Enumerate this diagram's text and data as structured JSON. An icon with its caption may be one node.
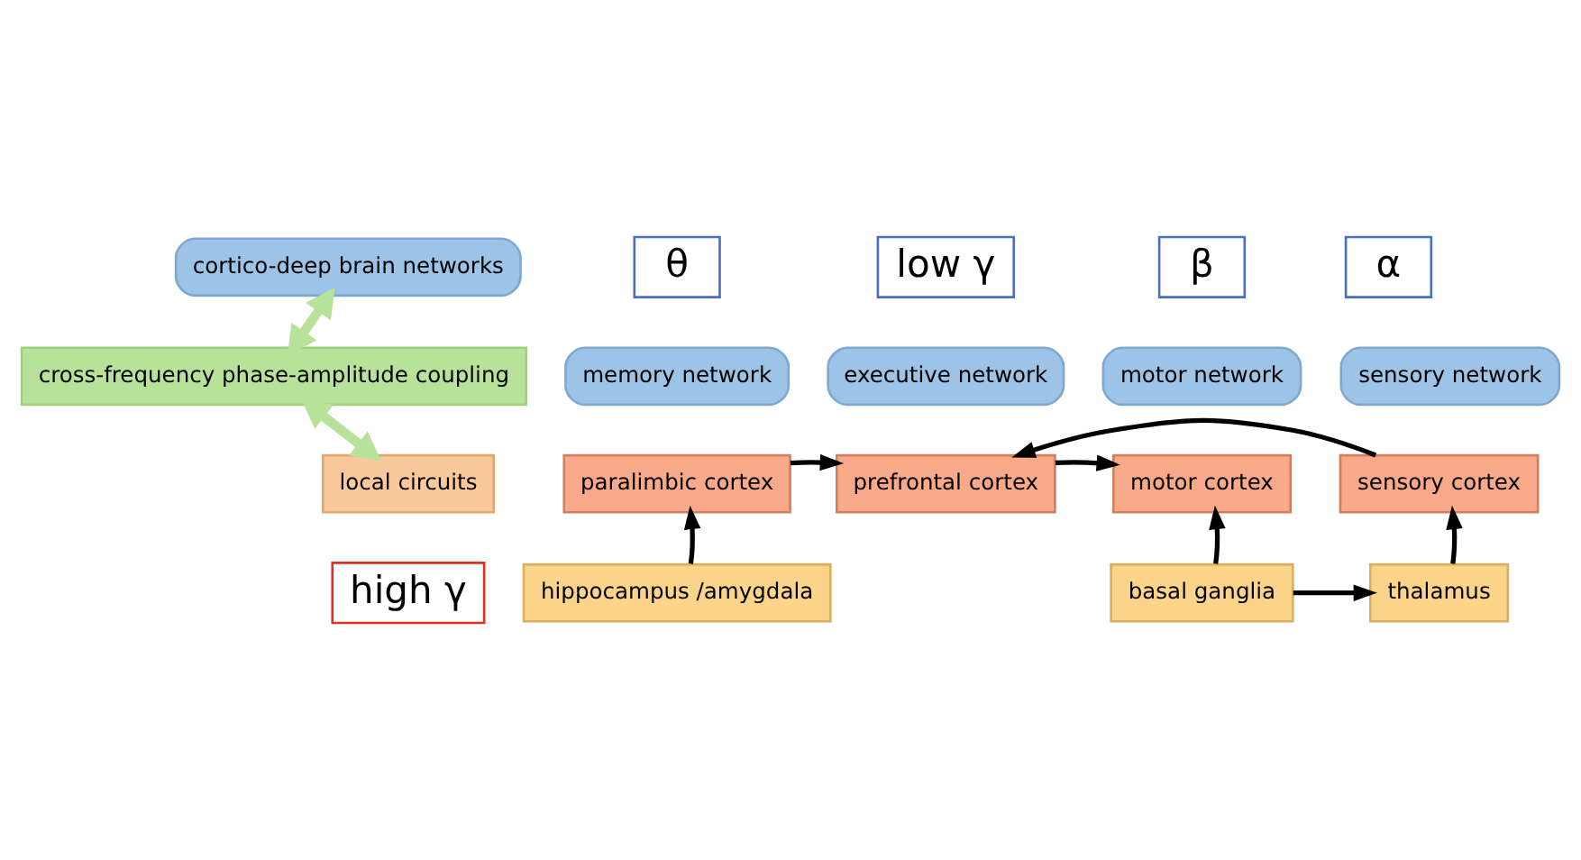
{
  "diagram": {
    "nodes": [
      {
        "text": [
          "cortico-deep brain networks"
        ]
      },
      {
        "text": [
          "cross-frequency phase-amplitude coupling"
        ]
      },
      {
        "text": [
          "local circuits"
        ]
      },
      {
        "text": [
          "high γ"
        ]
      },
      {
        "text": [
          "θ"
        ]
      },
      {
        "text": [
          "low γ"
        ]
      },
      {
        "text": [
          "β"
        ]
      },
      {
        "text": [
          "α"
        ]
      },
      {
        "text": [
          "memory network"
        ]
      },
      {
        "text": [
          "executive network"
        ]
      },
      {
        "text": [
          "motor network"
        ]
      },
      {
        "text": [
          "sensory network"
        ]
      },
      {
        "text": [
          "paralimbic cortex"
        ]
      },
      {
        "text": [
          "prefrontal cortex"
        ]
      },
      {
        "text": [
          "motor cortex"
        ]
      },
      {
        "text": [
          "sensory cortex"
        ]
      },
      {
        "text": [
          "hippocampus /amygdala"
        ]
      },
      {
        "text": [
          "basal ganglia"
        ]
      },
      {
        "text": [
          "thalamus"
        ]
      }
    ],
    "edges": [
      {
        "from": 1,
        "to": 0,
        "arrow": "both",
        "style": "thick",
        "color": "#b8e29a"
      },
      {
        "from": 1,
        "to": 2,
        "arrow": "both",
        "style": "thick",
        "color": "#b8e29a"
      },
      {
        "from": 12,
        "to": 13,
        "arrow": "to"
      },
      {
        "from": 15,
        "to": 13,
        "arrow": "to"
      },
      {
        "from": 13,
        "to": 14,
        "arrow": "to"
      },
      {
        "from": 16,
        "to": 12,
        "arrow": "to"
      },
      {
        "from": 17,
        "to": 14,
        "arrow": "to"
      },
      {
        "from": 18,
        "to": 15,
        "arrow": "to"
      },
      {
        "from": 17,
        "to": 18,
        "arrow": "to"
      }
    ]
  }
}
